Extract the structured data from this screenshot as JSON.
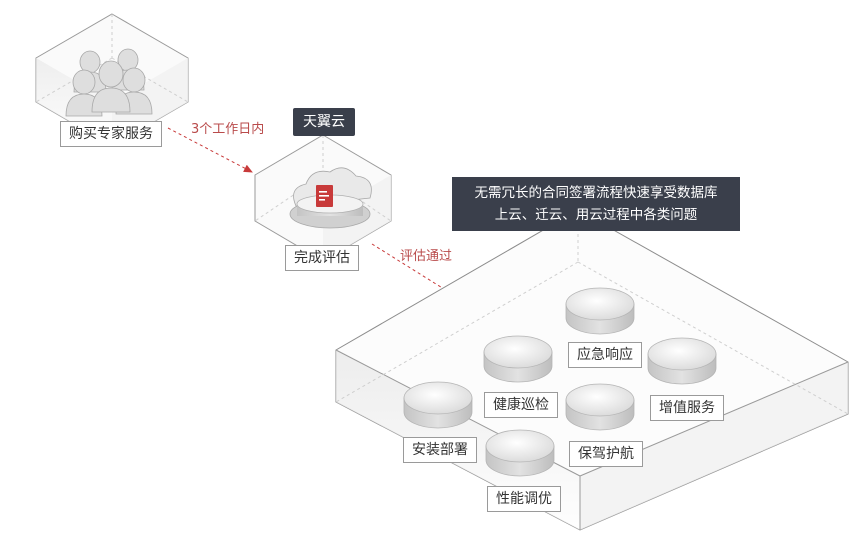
{
  "nodes": {
    "buy": "购买专家服务",
    "brand": "天翼云",
    "assess": "完成评估"
  },
  "flow": {
    "duration": "3个工作日内",
    "passed": "评估通过"
  },
  "callout": {
    "line1": "无需冗长的合同签署流程快速享受数据库",
    "line2": "上云、迁云、用云过程中各类问题"
  },
  "services": {
    "emergency": "应急响应",
    "health": "健康巡检",
    "value_added": "增值服务",
    "install": "安装部署",
    "escort": "保驾护航",
    "tuning": "性能调优"
  },
  "colors": {
    "accent": "#c83a3a",
    "dark_label": "#3a3f4b"
  }
}
